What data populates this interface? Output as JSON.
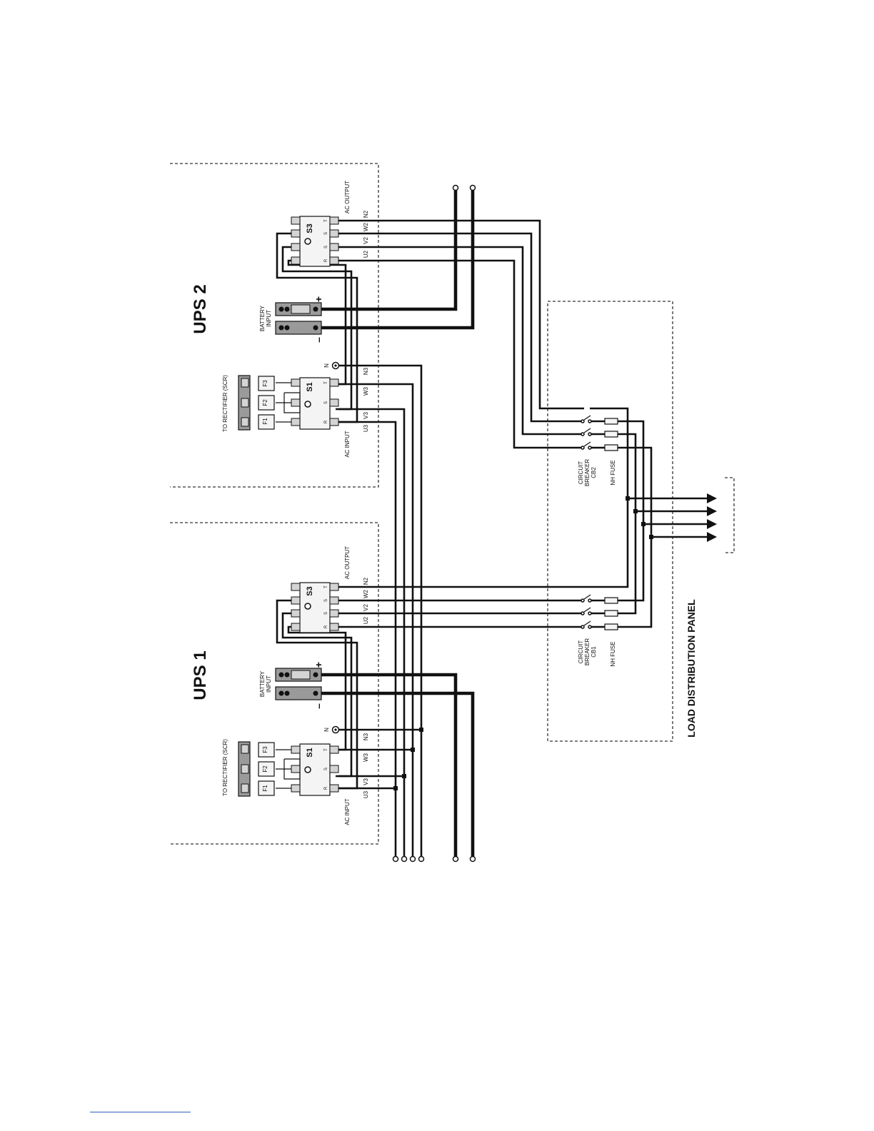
{
  "ups2": {
    "title": "UPS 2",
    "rectifier_label": "TO RECTIFIER (SCR)",
    "fuses": [
      "F1",
      "F2",
      "F3"
    ],
    "input_switch": "S1",
    "output_switch": "S3",
    "terminals": [
      "R",
      "S",
      "T"
    ],
    "neutral": "N",
    "battery_label_1": "BATTERY",
    "battery_label_2": "INPUT",
    "battery_plus": "+",
    "battery_minus": "–",
    "ac_input": "AC INPUT",
    "ac_output": "AC OUTPUT",
    "input_phases": [
      "U3",
      "V3",
      "W3",
      "N3"
    ],
    "output_phases": [
      "U2",
      "V2",
      "W2",
      "N2"
    ]
  },
  "ups1": {
    "title": "UPS 1",
    "rectifier_label": "TO RECTIFIER (SCR)",
    "fuses": [
      "F1",
      "F2",
      "F3"
    ],
    "input_switch": "S1",
    "output_switch": "S3",
    "terminals": [
      "R",
      "S",
      "T"
    ],
    "neutral": "N",
    "battery_label_1": "BATTERY",
    "battery_label_2": "INPUT",
    "battery_plus": "+",
    "battery_minus": "–",
    "ac_input": "AC INPUT",
    "ac_output": "AC OUTPUT",
    "input_phases": [
      "U3",
      "V3",
      "W3",
      "N3"
    ],
    "output_phases": [
      "U2",
      "V2",
      "W2",
      "N2"
    ]
  },
  "panel": {
    "title": "LOAD DISTRIBUTION PANEL",
    "cb2": [
      "CIRCUIT",
      "BREAKER",
      "CB2"
    ],
    "cb1": [
      "CIRCUIT",
      "BREAKER",
      "CB1"
    ],
    "nh_fuse": "NH FUSE"
  }
}
